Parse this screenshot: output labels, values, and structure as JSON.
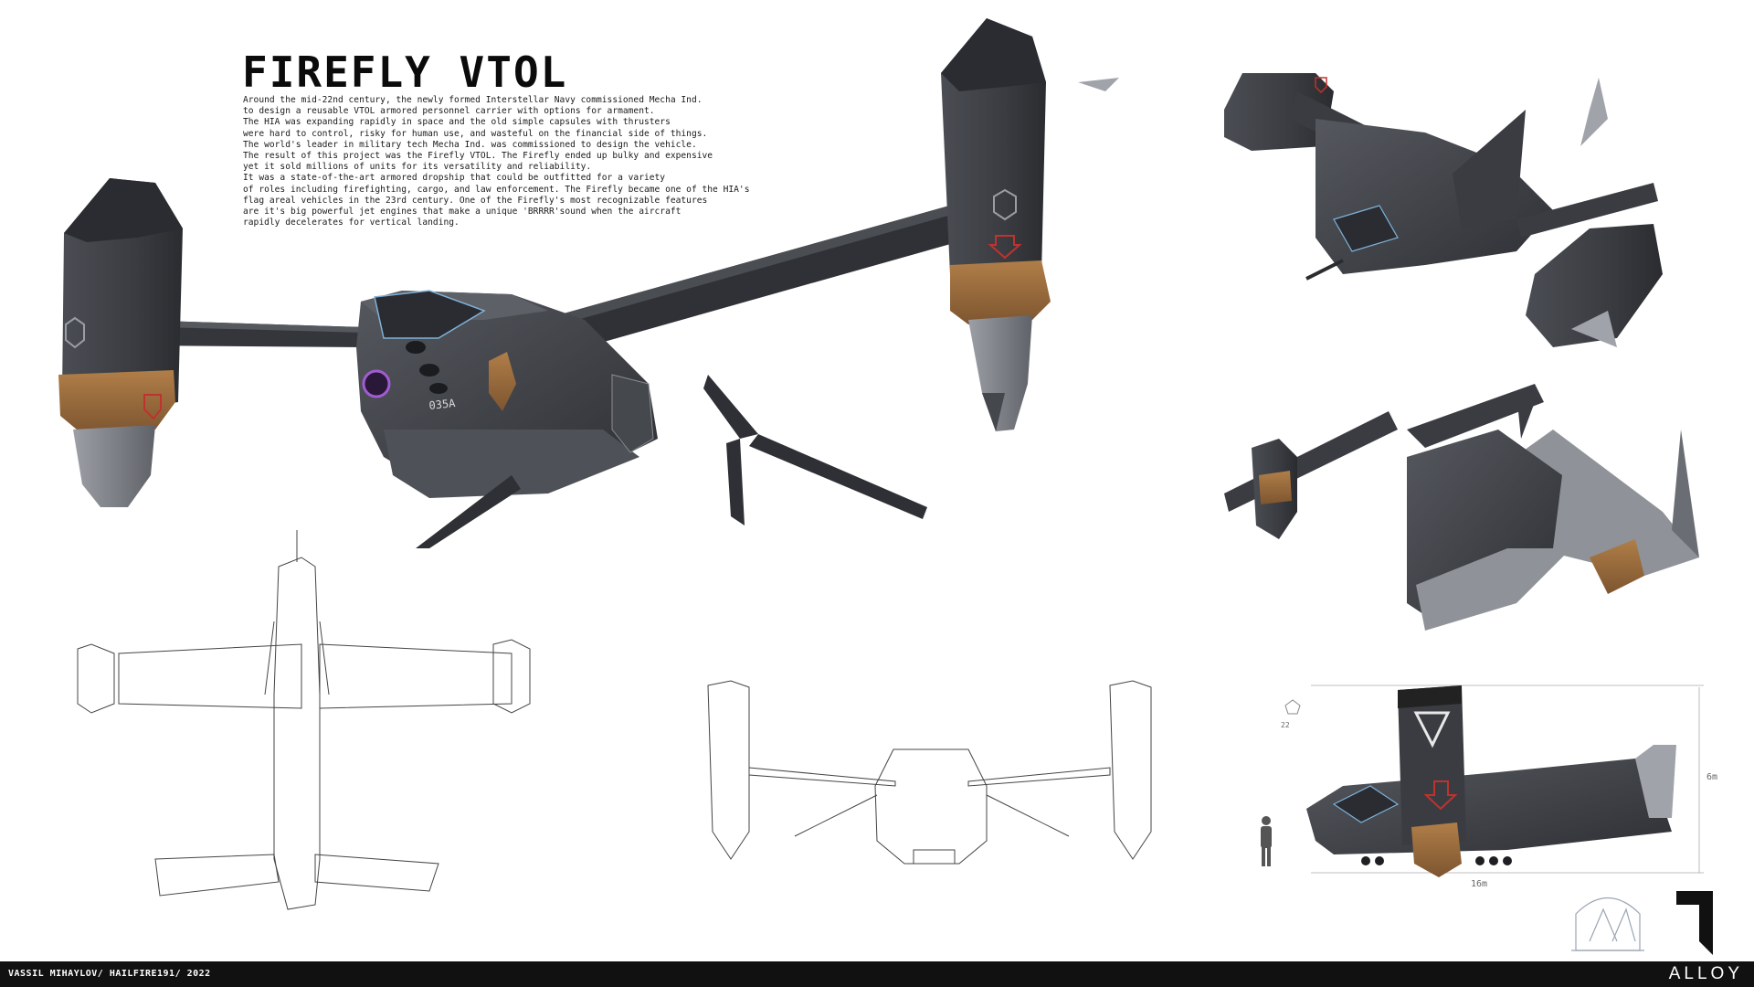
{
  "sheet": {
    "title": "FIREFLY VTOL",
    "description": [
      "Around the mid-22nd century, the newly formed Interstellar Navy commissioned Mecha Ind.",
      "to design a reusable VTOL armored personnel carrier with options for armament.",
      "The HIA was expanding rapidly in space and the old simple capsules with thrusters",
      "were hard to control, risky for human use, and wasteful on the financial side of things.",
      "The world's leader in military tech Mecha Ind. was commissioned to design the vehicle.",
      "The result of this project was the Firefly VTOL. The Firefly ended up bulky and expensive",
      "yet it sold millions of units for its versatility and reliability.",
      "It was a state-of-the-art armored dropship that could be outfitted for a variety",
      "of roles including firefighting, cargo, and law enforcement. The Firefly became one of the HIA's",
      "flag areal vehicles in the 23rd century. One of the Firefly's most recognizable features",
      "are it's big powerful jet engines that make a unique 'BRRRR'sound when the aircraft",
      "rapidly decelerates for vertical landing."
    ]
  },
  "hull": {
    "marking": "035A"
  },
  "dimensions": {
    "height": "6m",
    "length": "16m",
    "scale_note": "22"
  },
  "footer": {
    "credit": "VASSIL MIHAYLOV/ HAILFIRE191/ 2022",
    "brand": "ALLOY"
  },
  "colors": {
    "hull_dark": "#3a3c41",
    "hull_mid": "#4d4f55",
    "panel_grey": "#8f9298",
    "bronze": "#9a6a3a",
    "warning_red": "#c0322d",
    "canopy_blue": "#7fb2d8",
    "footer_bg": "#111111"
  }
}
